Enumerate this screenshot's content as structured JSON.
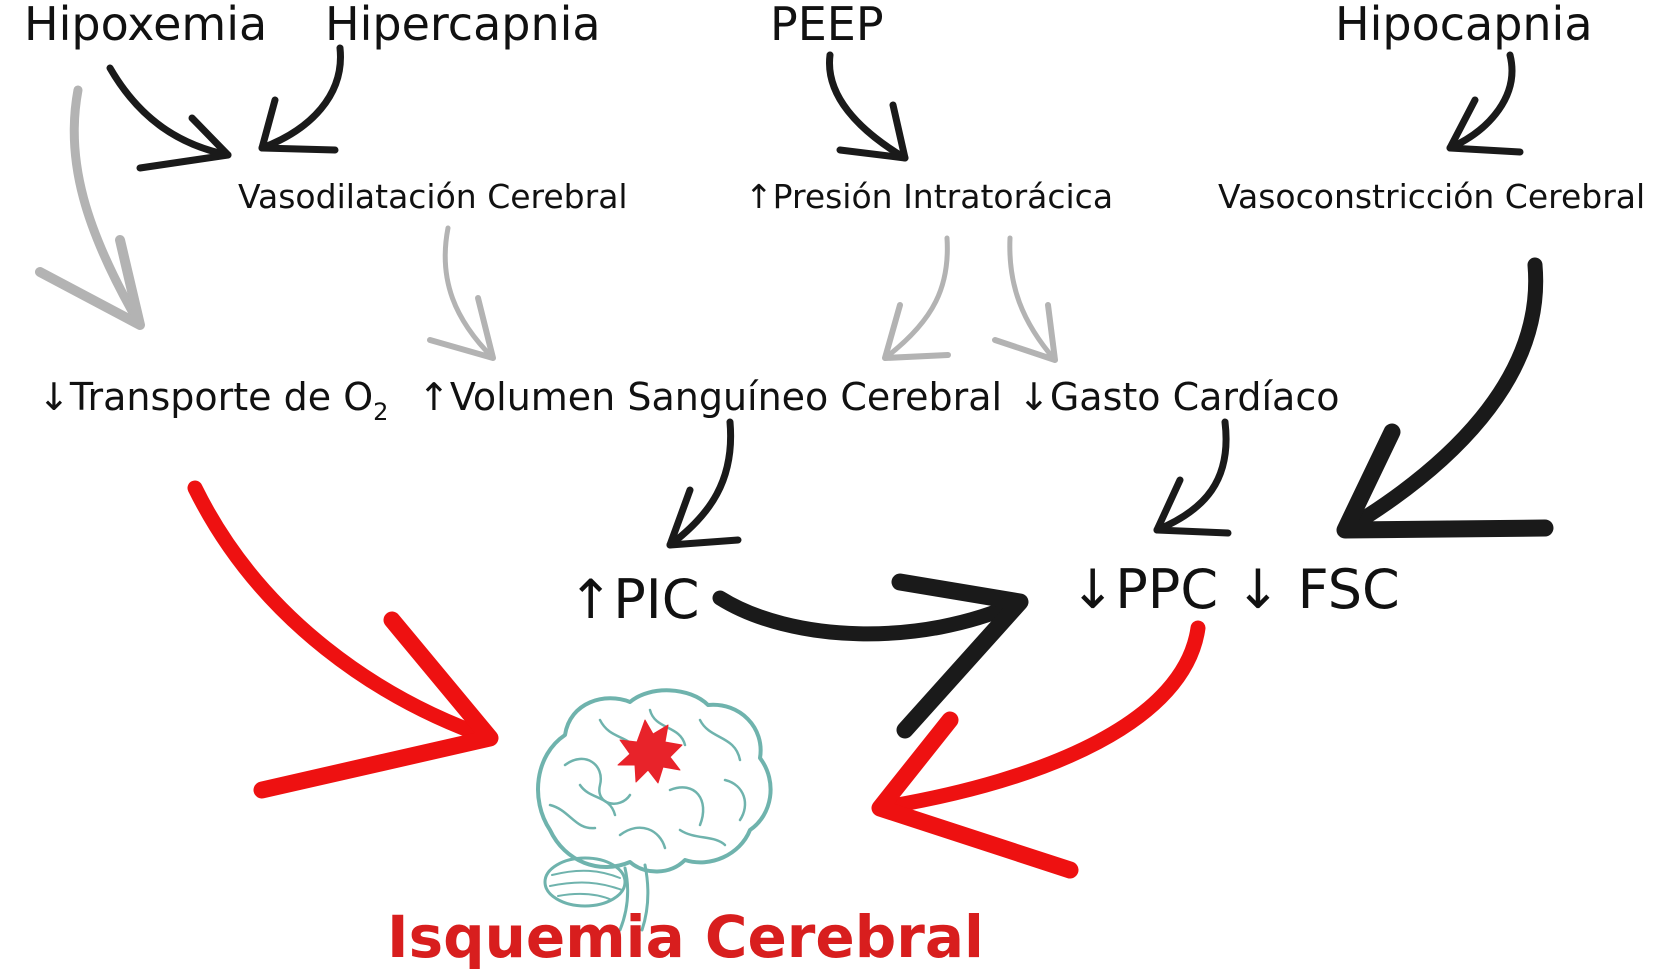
{
  "nodes": {
    "hipoxemia": "Hipoxemia",
    "hipercapnia": "Hipercapnia",
    "peep": "PEEP",
    "hipocapnia": "Hipocapnia",
    "vasodilatacion": "Vasodilatación Cerebral",
    "presion": "↑Presión Intratorácica",
    "vasoconstriccion": "Vasoconstricción Cerebral",
    "transporte": "↓Transporte de O",
    "transporte_sub": "2",
    "volumen": "↑Volumen Sanguíneo Cerebral",
    "gasto": "↓Gasto Cardíaco",
    "pic": "↑PIC",
    "ppc_fsc": "↓PPC ↓ FSC",
    "isquemia": "Isquemia Cerebral"
  },
  "colors": {
    "text": "#111111",
    "arrow_dark": "#1a1a1a",
    "arrow_gray": "#b3b3b3",
    "arrow_red": "#ee1111",
    "outcome": "#d81e1e",
    "brain_outline": "#6fb3ad",
    "lesion": "#e8232a"
  },
  "icons": {
    "brain": "brain-icon",
    "lesion": "ischemia-burst-icon"
  }
}
